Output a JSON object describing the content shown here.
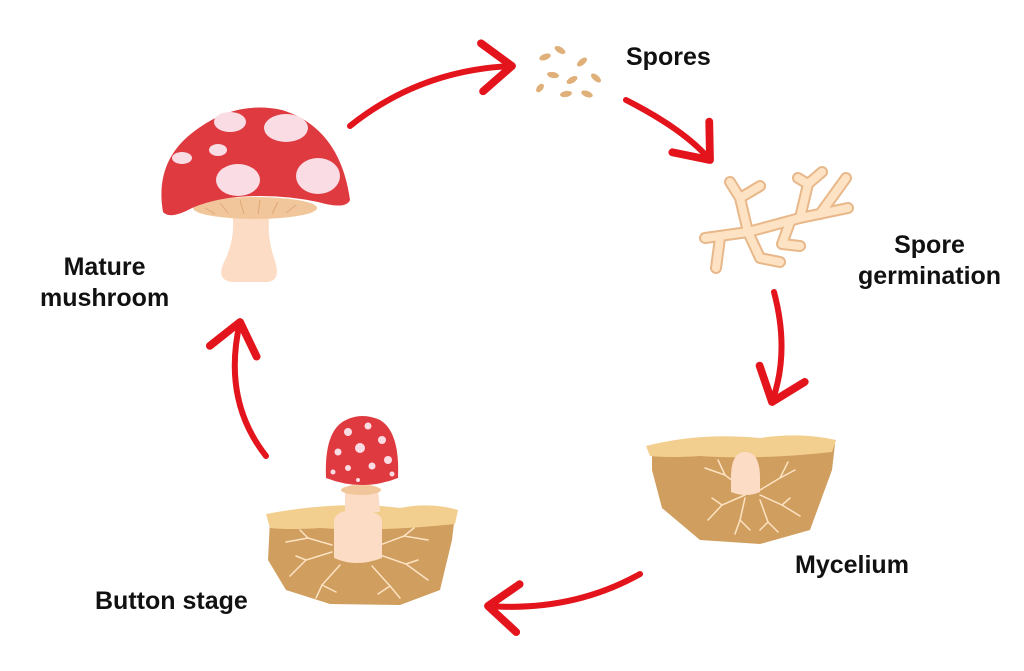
{
  "colors": {
    "arrow": "#e3141c",
    "cap_red": "#df3a3f",
    "cap_spot": "#f9dce4",
    "stem": "#fcdcc4",
    "gills": "#f1c69a",
    "soil": "#d09e5e",
    "soil_top": "#f2cf8f",
    "hyphae": "#fde3c3",
    "spore": "#e0b07a",
    "label_text": "#111111"
  },
  "stages": {
    "spores": {
      "label": "Spores"
    },
    "germination": {
      "label_line1": "Spore",
      "label_line2": "germination"
    },
    "mycelium": {
      "label": "Mycelium"
    },
    "button": {
      "label": "Button stage"
    },
    "mature": {
      "label_line1": "Mature",
      "label_line2": "mushroom"
    }
  }
}
